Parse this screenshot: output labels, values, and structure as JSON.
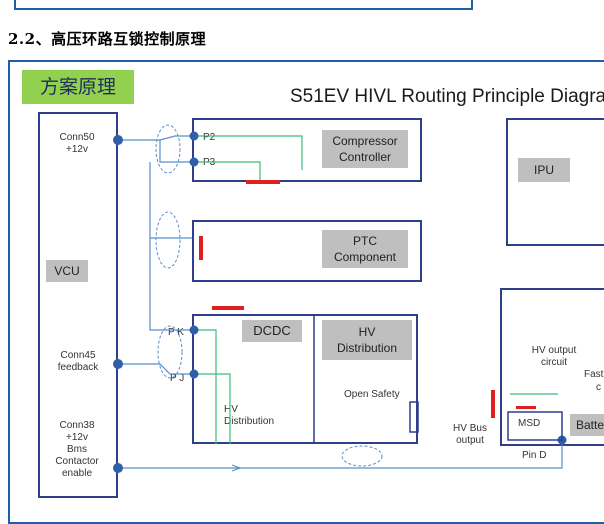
{
  "section_heading": "2.2、高压环路互锁控制原理",
  "slide": {
    "title_tag": "方案原理",
    "diagram_title": "S51EV HIVL Routing Principle Diagra"
  },
  "vcu": {
    "label": "VCU",
    "conn50": "Conn50\n+12v",
    "conn45": "Conn45\nfeedback",
    "conn38": "Conn38\n+12v\nBms\nContactor\nenable"
  },
  "compressor": {
    "label": "Compressor\nController",
    "pin_p2": "P2",
    "pin_p3": "P3"
  },
  "ptc": {
    "label": "PTC\nComponent"
  },
  "dcdc": {
    "label": "DCDC",
    "pin_pk": "P K",
    "pin_pj": "P J",
    "hv_distribution_label": "HV\nDistribution"
  },
  "hv_distribution": {
    "label": "HV\nDistribution",
    "open_safety": "Open Safety"
  },
  "ipu": {
    "label": "IPU"
  },
  "battery": {
    "hv_output_circuit": "HV output\ncircuit",
    "fast_label": "Fast",
    "fast_sub": "c",
    "msd_label": "MSD",
    "batt_label": "Batte",
    "pin_d": "Pin D",
    "hv_bus_output": "HV Bus\noutput"
  },
  "colors": {
    "frame_blue": "#1f5fa8",
    "wire_blue": "#5b8fc9",
    "wire_green": "#3dbb7a",
    "red_bar": "#e02020",
    "title_green": "#92d050",
    "box_gray": "#bfbfbf"
  }
}
